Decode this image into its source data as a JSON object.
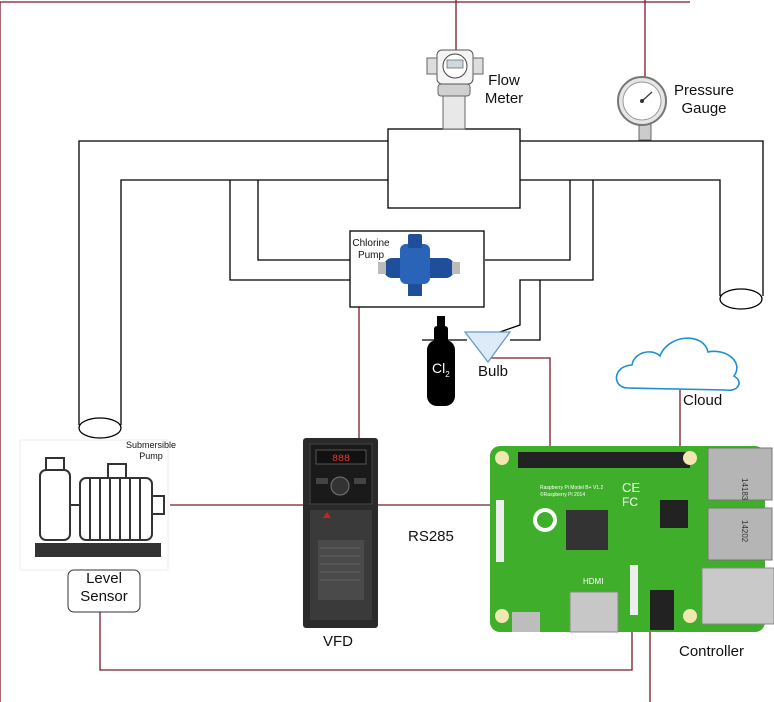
{
  "labels": {
    "flow_meter": [
      "Flow",
      "Meter"
    ],
    "pressure_gauge": [
      "Pressure",
      "Gauge"
    ],
    "chlorine_pump": [
      "Chlorine",
      "Pump"
    ],
    "bulb": "Bulb",
    "cl2": "Cl",
    "cl2_sub": "2",
    "cloud": "Cloud",
    "submersible_pump": [
      "Submersible",
      "Pump"
    ],
    "level_sensor": [
      "Level",
      "Sensor"
    ],
    "vfd": "VFD",
    "rs285": "RS285",
    "controller": "Controller"
  },
  "board_text": {
    "model": "Raspberry Pi Model B+ V1.2",
    "copyright": "©Raspberry Pi 2014",
    "hdmi": "HDMI",
    "usb_a": "14183",
    "usb_b": "14202",
    "ce": "CE",
    "fc": "FC"
  },
  "colors": {
    "signal_wire": "#7a1a2a",
    "pipe": "#000000",
    "board_green": "#3fae2a",
    "cloud": "#1e8fd0",
    "vfd_body": "#2a2a2a",
    "pump_blue": "#1f4f9a"
  }
}
